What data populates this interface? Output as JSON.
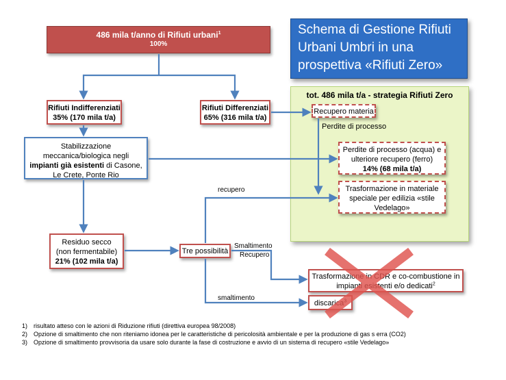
{
  "top": {
    "line1": "486 mila t/anno di Rifiuti urbani",
    "sup": "1",
    "line2": "100%"
  },
  "title": {
    "text": "Schema di Gestione Rifiuti Urbani Umbri in una prospettiva «Rifiuti Zero»"
  },
  "panel": {
    "title": "tot. 486 mila t/a - strategia Rifiuti Zero"
  },
  "indifferenziati": {
    "line1": "Rifiuti Indifferenziati",
    "line2": "35% (170 mila t/a)"
  },
  "differenziati": {
    "line1": "Rifiuti Differenziati",
    "line2": "65% (316 mila t/a)"
  },
  "stabilizzazione": {
    "part1": "Stabilizzazione meccanica/biologica negli ",
    "bold": "impianti già esistenti",
    "part2": " di  Casone, Le Crete, Ponte Rio"
  },
  "recupero_materia": {
    "text": "Recupero materia"
  },
  "perdite_label": {
    "text": "Perdite di processo"
  },
  "perdite_box": {
    "line1": "Perdite di processo (acqua) e ulteriore recupero (ferro)",
    "line2": "14% (68 mila t/a)"
  },
  "trasformazione": {
    "text": "Trasformazione in materiale speciale per edilizia «stile Vedelago»"
  },
  "residuo": {
    "line1": "Residuo secco",
    "line2": "(non fermentabile)",
    "line3": "21% (102 mila t/a)"
  },
  "tre": {
    "text": "Tre possibilità"
  },
  "edge_labels": {
    "recupero": "recupero",
    "smaltimento_recupero_1": "Smaltimento",
    "smaltimento_recupero_2": "Recupero",
    "smaltimento": "smaltimento"
  },
  "cdr": {
    "line1": "Trasformazione in CDR e  co-combustione in",
    "line2": "impianti  esistenti e/o dedicati",
    "sup": "2"
  },
  "discarica": {
    "text": "discarica",
    "sup": "3"
  },
  "footnotes": [
    {
      "num": "1)",
      "text": "risultato atteso con le azioni di Riduzione rifiuti (direttiva europea 98/2008)"
    },
    {
      "num": "2)",
      "text": "Opzione di smaltimento che non riteniamo idonea per le caratteristiche di pericolosità ambientale e per la produzione di gas s erra (CO2)"
    },
    {
      "num": "3)",
      "text": "Opzione di smaltimento provvisoria da usare solo durante la fase di costruzione e avvio di un sistema di recupero «stile Vedelago»"
    }
  ],
  "colors": {
    "accent_red": "#c0504d",
    "accent_blue": "#4f81bd",
    "title_blue": "#2f6fc5",
    "panel_green": "#ebf5c8",
    "cross_red": "#e0544f"
  }
}
